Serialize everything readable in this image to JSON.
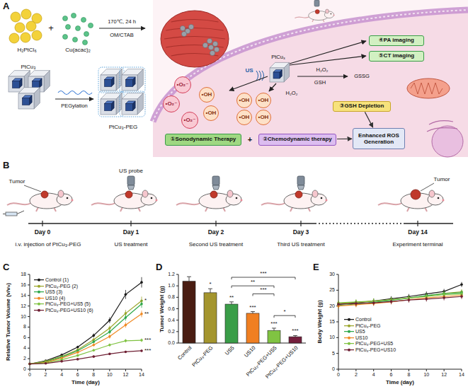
{
  "diagram": {
    "nodes": [
      {
        "text": [
          "④PA imaging"
        ]
      },
      {
        "text": [
          "⑤CT imaging"
        ]
      },
      {
        "text": [
          "•O₂⁻"
        ]
      },
      {
        "text": [
          "•O₂⁻"
        ]
      },
      {
        "text": [
          "•O₂⁻"
        ]
      },
      {
        "text": [
          "•OH"
        ]
      },
      {
        "text": [
          "•OH"
        ]
      },
      {
        "text": [
          "•OH"
        ]
      },
      {
        "text": [
          "•OH"
        ]
      },
      {
        "text": [
          "•OH"
        ]
      },
      {
        "text": [
          "•OH"
        ]
      },
      {
        "text": [
          "③GSH Depletion"
        ]
      },
      {
        "text": [
          "①Sonodynamic Therapy"
        ]
      },
      {
        "text": [
          "②Chemodynamic therapy"
        ]
      },
      {
        "text": [
          "Enhanced ROS Generation"
        ]
      }
    ],
    "edges": [
      {
        "from": 13,
        "to": 14,
        "arrow": "to"
      },
      {
        "from": 11,
        "to": 14,
        "arrow": "to"
      }
    ],
    "labels": [
      "A",
      "H₂PtCl₆",
      "+",
      "Cu(acac)₂",
      "170℃, 24 h",
      "OM/CTAB",
      "PtCu₃",
      "PEGylation",
      "PtCu₃-PEG",
      "PtCu₃",
      "US",
      "H₂O₂",
      "GSH",
      "GSSG",
      "H₂O₂",
      "+",
      "B",
      "Tumor",
      "US probe",
      "Tumor",
      "Day 0",
      "Day 1",
      "Day 2",
      "Day 3",
      "Day 14",
      "i.v. injection of PtCu₃-PEG",
      "US treatment",
      "Second US treatment",
      "Third US treatment",
      "Experiment terminal",
      "C",
      "0",
      "2",
      "4",
      "6",
      "8",
      "10",
      "12",
      "14",
      "16",
      "18",
      "0",
      "2",
      "4",
      "6",
      "8",
      "10",
      "12",
      "14",
      "Time (day)",
      "Relative Tumor Volume (v/v₀)",
      "*",
      "**",
      "***",
      "***",
      "D",
      "0.0",
      "0.2",
      "0.4",
      "0.6",
      "0.8",
      "1.0",
      "1.2",
      "Tumor Weight (g)",
      "Control",
      "PtCu₃-PEG",
      "US5",
      "US10",
      "PtCu₃-PEG+US5",
      "PtCu₃-PEG+US10",
      "*",
      "**",
      "***",
      "***",
      "***",
      "***",
      "**",
      "***",
      "*",
      "E",
      "0",
      "5",
      "10",
      "15",
      "20",
      "25",
      "30",
      "0",
      "2",
      "4",
      "6",
      "8",
      "10",
      "12",
      "14",
      "Time (day)",
      "Body Weight (g)"
    ],
    "legend": [
      {
        "text": "Control (1)"
      },
      {
        "text": "PtCu₃-PEG (2)"
      },
      {
        "text": "US5 (3)"
      },
      {
        "text": "US10 (4)"
      },
      {
        "text": "PtCu₃-PEG+US5 (5)"
      },
      {
        "text": "PtCu₃-PEG+US10 (6)"
      },
      {
        "text": "Control"
      },
      {
        "text": "PtCu₃-PEG"
      },
      {
        "text": "US5"
      },
      {
        "text": "US10"
      },
      {
        "text": "PtCu₃-PEG+US5"
      },
      {
        "text": "PtCu₃-PEG+US10"
      }
    ]
  }
}
